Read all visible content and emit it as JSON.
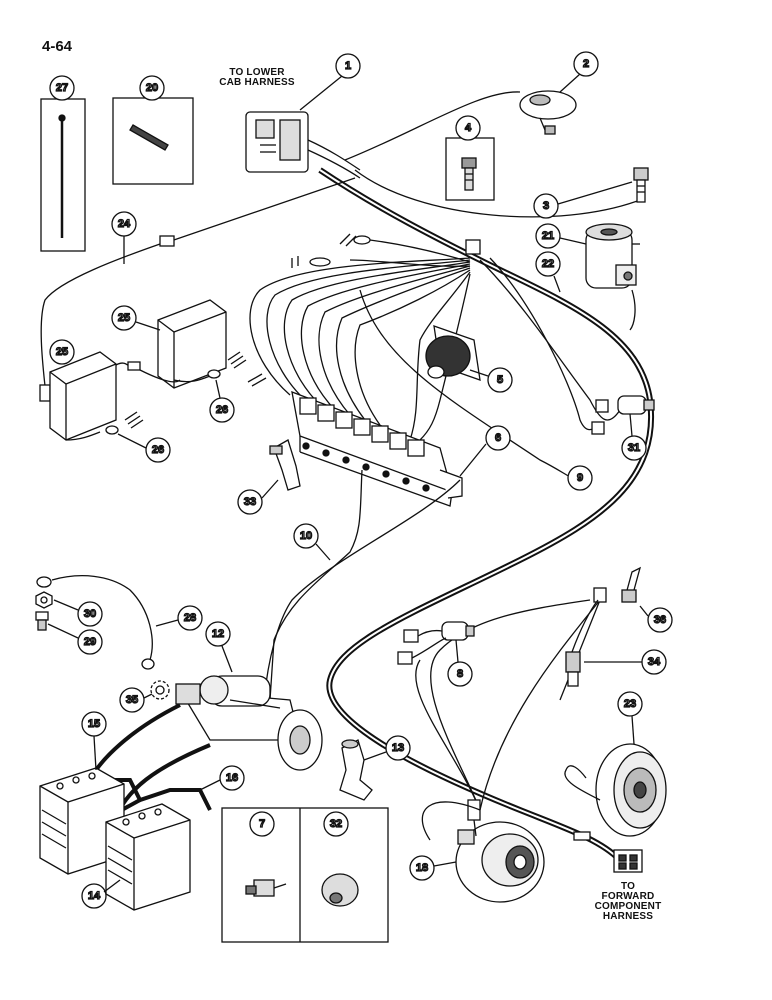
{
  "page": {
    "number": "4-64"
  },
  "labels": {
    "to_lower_cab_harness": [
      "TO LOWER",
      "CAB HARNESS"
    ],
    "to_forward_component_harness": [
      "TO",
      "FORWARD",
      "COMPONENT",
      "HARNESS"
    ]
  },
  "callouts": [
    "1",
    "2",
    "3",
    "4",
    "5",
    "6",
    "7",
    "8",
    "9",
    "10",
    "12",
    "13",
    "14",
    "15",
    "16",
    "18",
    "20",
    "21",
    "22",
    "23",
    "24",
    "25",
    "25",
    "26",
    "26",
    "27",
    "28",
    "29",
    "30",
    "31",
    "32",
    "33",
    "34",
    "35",
    "36"
  ],
  "colors": {
    "ink": "#111111",
    "paper": "#ffffff",
    "shade": "#cfcfcf"
  }
}
